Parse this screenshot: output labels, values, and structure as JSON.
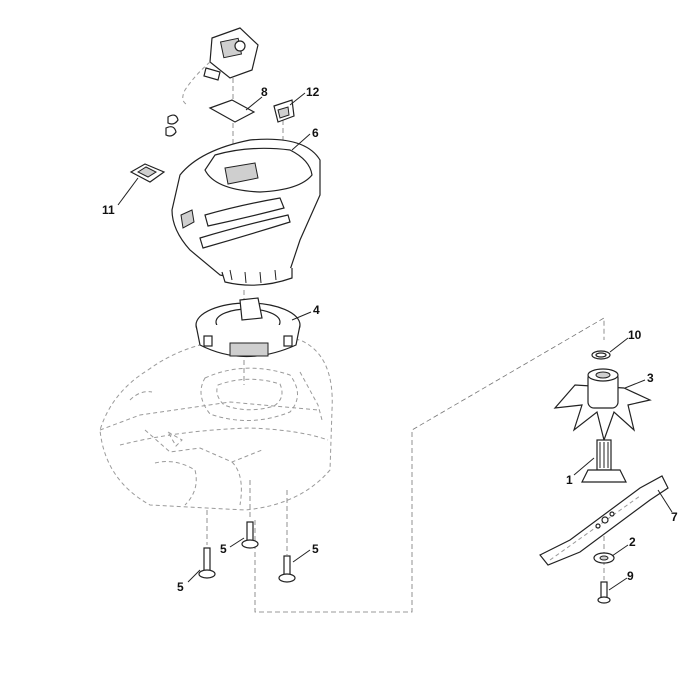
{
  "diagram": {
    "callouts": [
      {
        "id": "8",
        "label": "8"
      },
      {
        "id": "12",
        "label": "12"
      },
      {
        "id": "6",
        "label": "6"
      },
      {
        "id": "11",
        "label": "11"
      },
      {
        "id": "4",
        "label": "4"
      },
      {
        "id": "10",
        "label": "10"
      },
      {
        "id": "3",
        "label": "3"
      },
      {
        "id": "1",
        "label": "1"
      },
      {
        "id": "7",
        "label": "7"
      },
      {
        "id": "2",
        "label": "2"
      },
      {
        "id": "9",
        "label": "9"
      },
      {
        "id": "5a",
        "label": "5"
      },
      {
        "id": "5b",
        "label": "5"
      },
      {
        "id": "5c",
        "label": "5"
      }
    ]
  }
}
